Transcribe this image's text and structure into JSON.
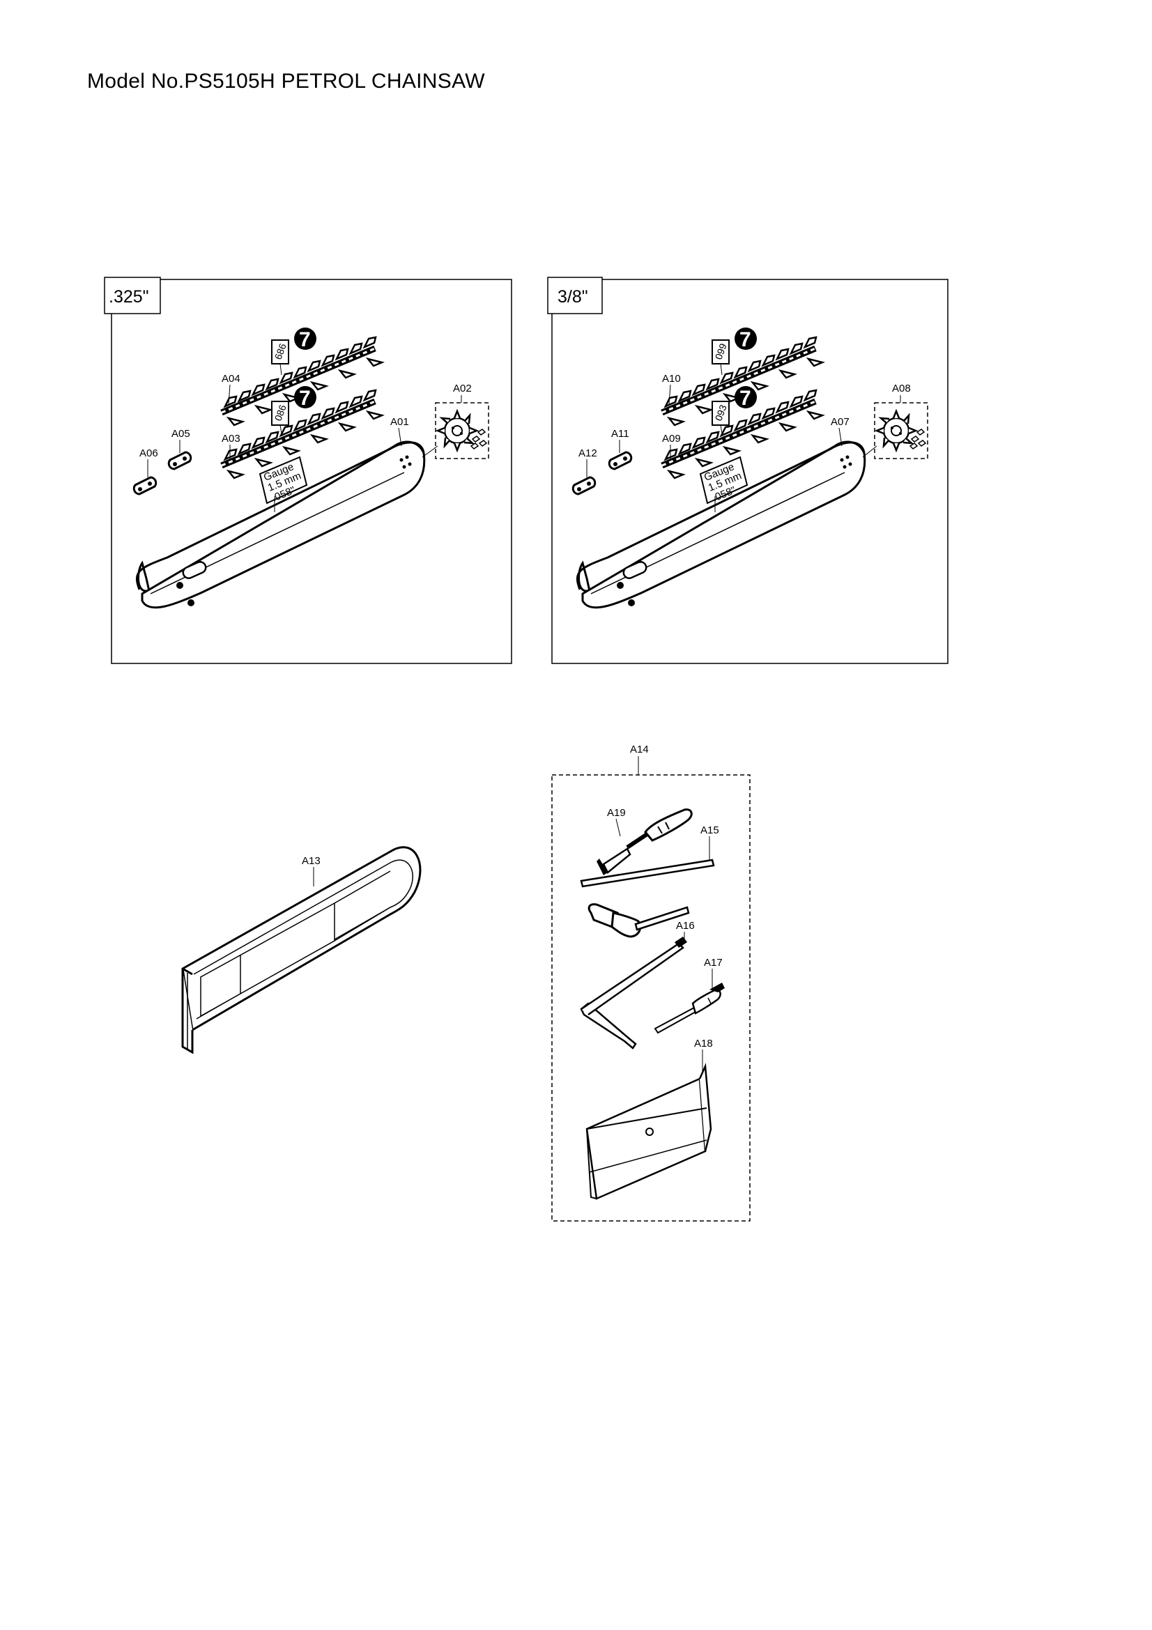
{
  "page": {
    "title": "Model No.PS5105H PETROL CHAINSAW"
  },
  "panels": [
    {
      "label": ".325\"",
      "parts": {
        "bar": "A01",
        "sprocket": "A02",
        "chain_lower": "A03",
        "chain_upper": "A04",
        "link_a": "A05",
        "link_b": "A06"
      },
      "chain_upper_tag": "686",
      "chain_lower_tag": "086",
      "direction_mark": "7",
      "gauge_lines": [
        "Gauge",
        "1.5 mm",
        ".058\""
      ]
    },
    {
      "label": "3/8\"",
      "parts": {
        "bar": "A07",
        "sprocket": "A08",
        "chain_lower": "A09",
        "chain_upper": "A10",
        "link_a": "A11",
        "link_b": "A12"
      },
      "chain_upper_tag": "099",
      "chain_lower_tag": "093",
      "direction_mark": "7",
      "gauge_lines": [
        "Gauge",
        "1.5 mm",
        ".058\""
      ]
    }
  ],
  "scabbard": {
    "label": "A13"
  },
  "toolkit": {
    "label": "A14",
    "items": {
      "file": "A15",
      "hex_key": "A16",
      "screwdriver": "A17",
      "pouch": "A18",
      "file_handle": "A19"
    }
  }
}
